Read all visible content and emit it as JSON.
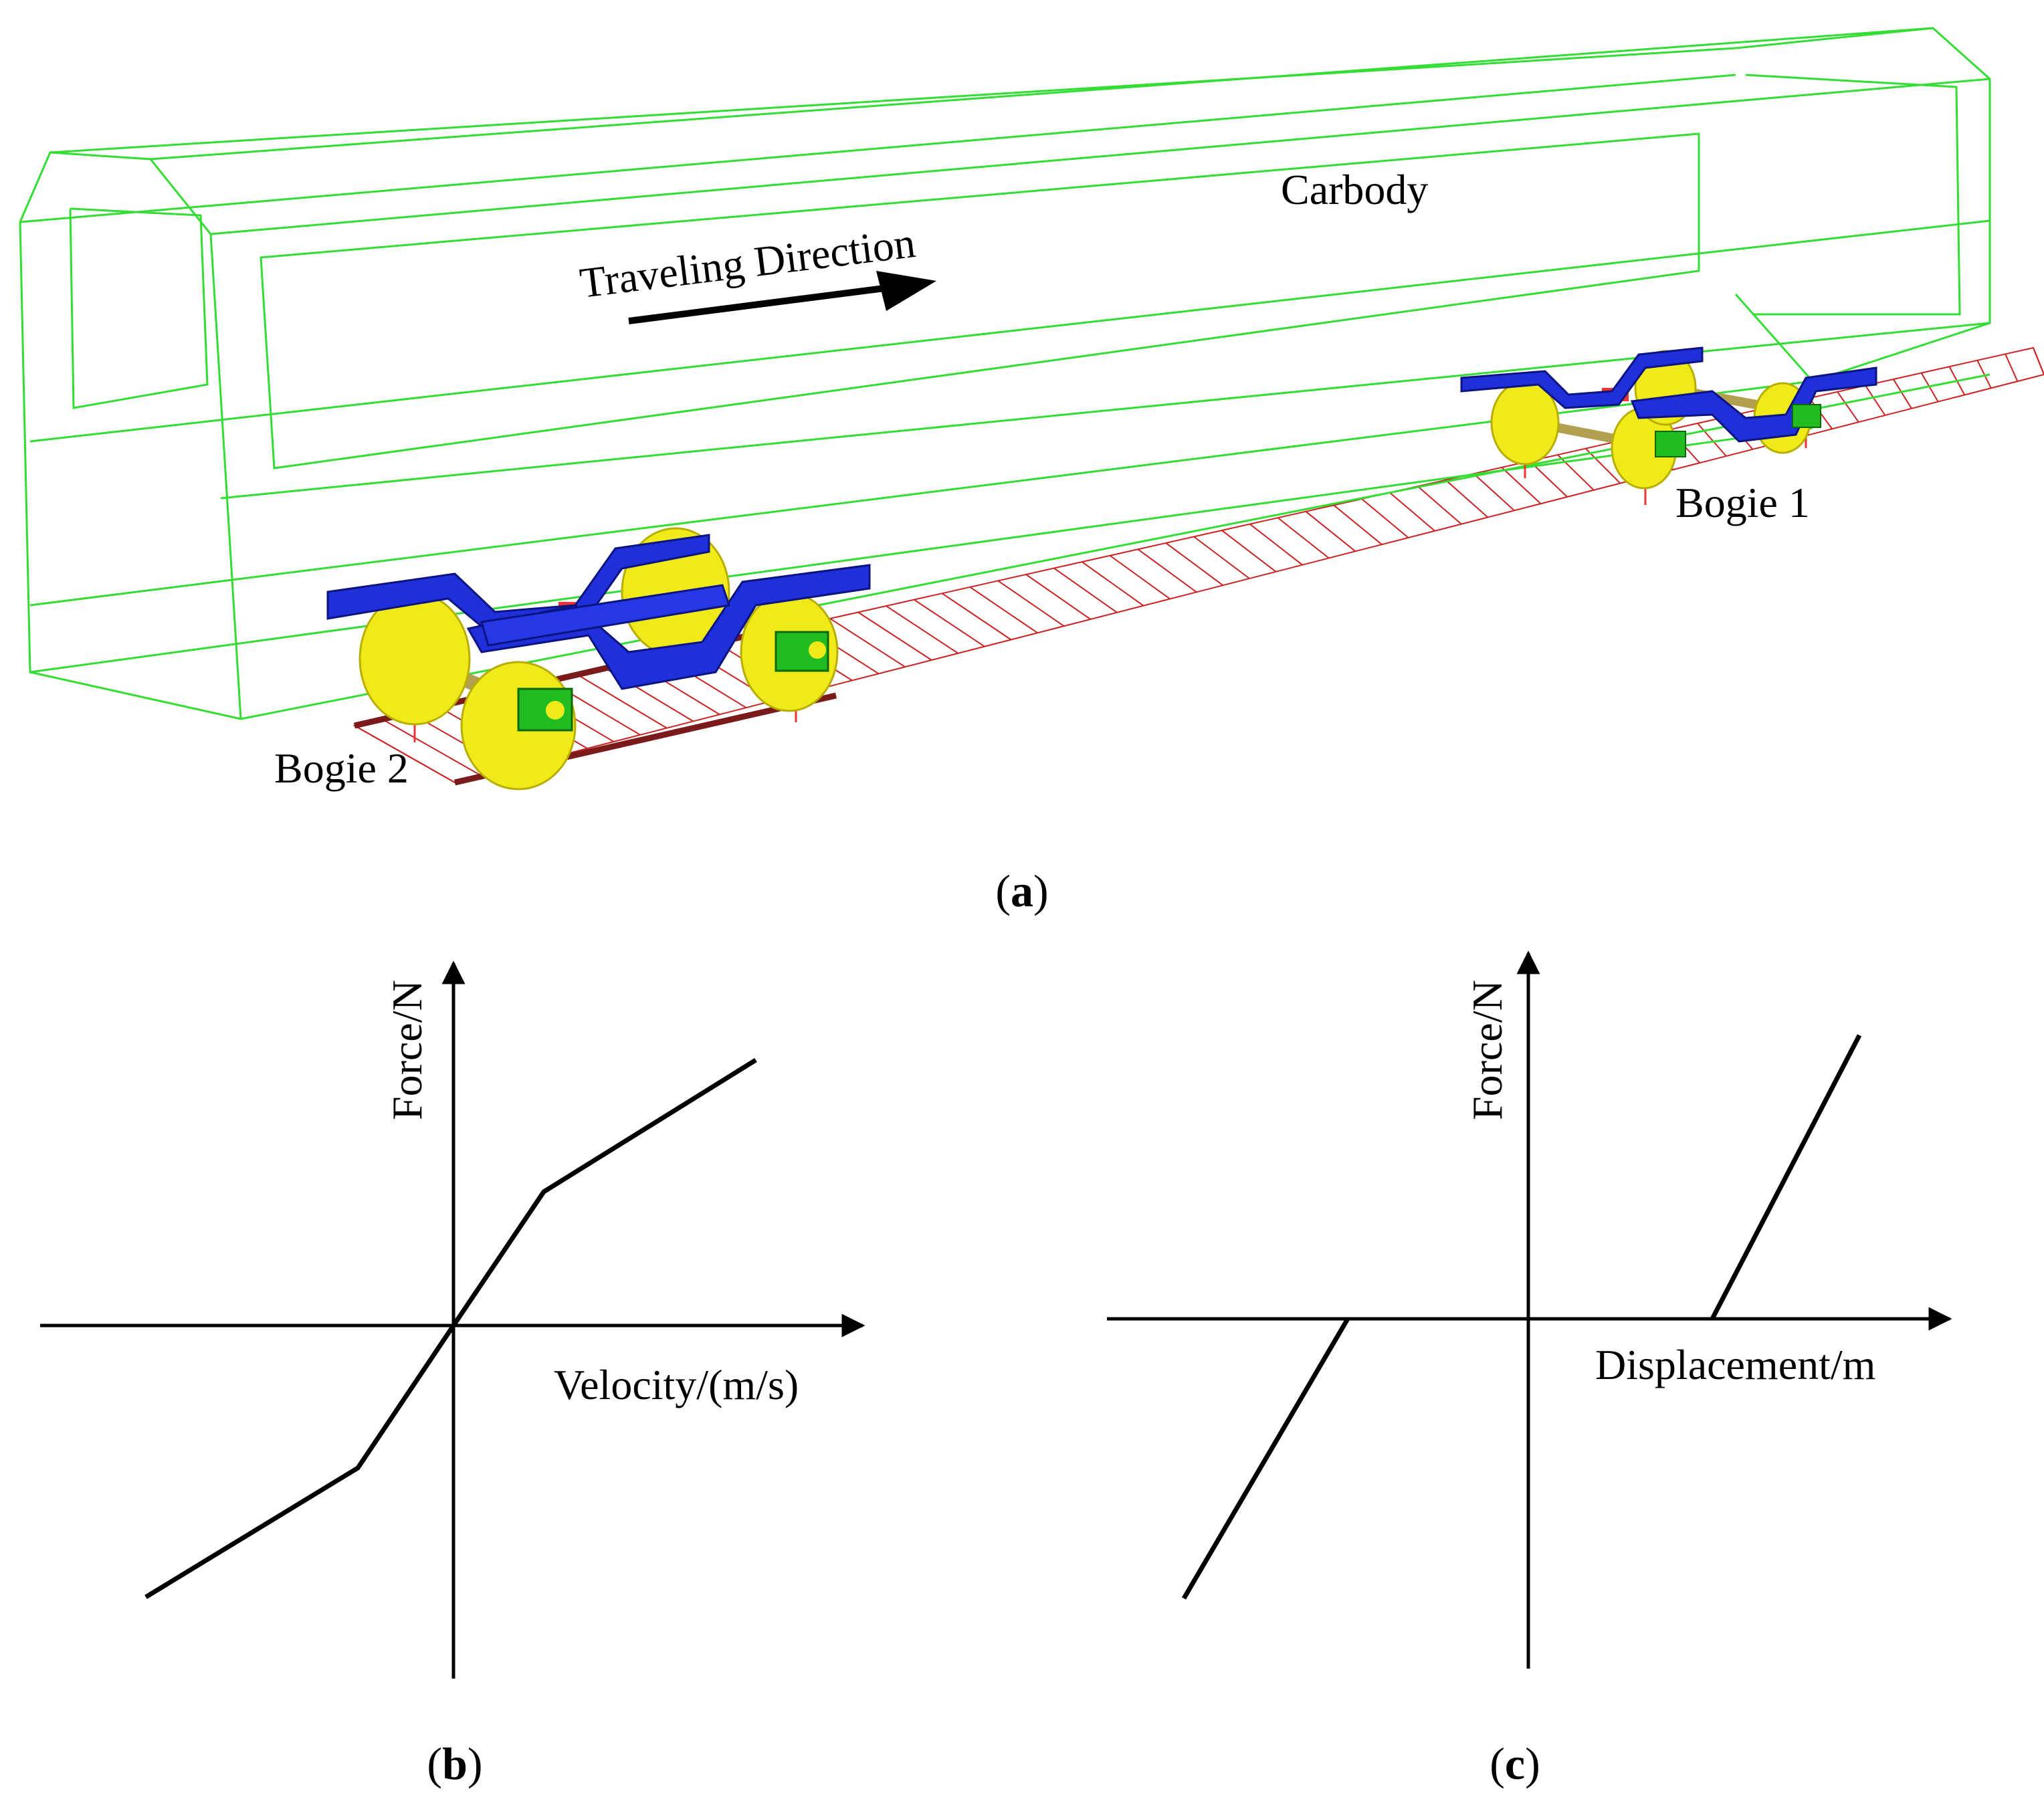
{
  "panel_a": {
    "labels": {
      "carbody": "Carbody",
      "direction": "Traveling Direction",
      "bogie_1": "Bogie 1",
      "bogie_2": "Bogie 2"
    },
    "caption": {
      "open": "(",
      "letter": "a",
      "close": ")"
    },
    "colors": {
      "carbody": "#33dd33",
      "track": "#cc2222",
      "frame": "#1f2fd9",
      "wheel": "#f0ea1a",
      "axlebox": "#22bb22",
      "axle": "#b0a050",
      "spring": "#ee3333"
    }
  },
  "panel_b": {
    "y_label": "Force/N",
    "x_label": "Velocity/(m/s)",
    "caption": {
      "open": "(",
      "letter": "b",
      "close": ")"
    }
  },
  "panel_c": {
    "y_label": "Force/N",
    "x_label": "Displacement/m",
    "caption": {
      "open": "(",
      "letter": "c",
      "close": ")"
    }
  }
}
